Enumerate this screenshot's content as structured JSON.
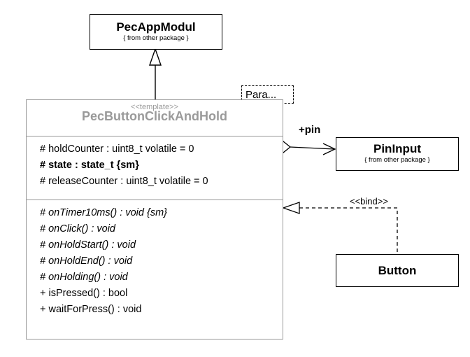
{
  "diagram": {
    "title": "PecButtonClickAndHold UML class diagram",
    "background": "#ffffff",
    "border_color_main": "#999999",
    "border_color_box": "#000000",
    "title_color_main": "#9a9a9a"
  },
  "classes": {
    "pec_app_modul": {
      "name": "PecAppModul",
      "package_note": "{ from other package }"
    },
    "main": {
      "stereotype": "<<template>>",
      "name": "PecButtonClickAndHold",
      "attributes": [
        {
          "text": "# holdCounter : uint8_t volatile = 0",
          "style": "normal"
        },
        {
          "text": "# state : state_t {sm}",
          "style": "bold"
        },
        {
          "text": "# releaseCounter : uint8_t volatile = 0",
          "style": "normal"
        }
      ],
      "operations": [
        {
          "text": "# onTimer10ms() : void {sm}",
          "style": "italic"
        },
        {
          "text": "# onClick() : void",
          "style": "italic"
        },
        {
          "text": "# onHoldStart() : void",
          "style": "italic"
        },
        {
          "text": "# onHoldEnd() : void",
          "style": "italic"
        },
        {
          "text": "# onHolding() : void",
          "style": "italic"
        },
        {
          "text": "+ isPressed() : bool",
          "style": "normal"
        },
        {
          "text": "+ waitForPress() : void",
          "style": "normal"
        }
      ]
    },
    "pin_input": {
      "name": "PinInput",
      "package_note": "{ from other package }"
    },
    "button": {
      "name": "Button"
    }
  },
  "template_parameter": {
    "label": "Para..."
  },
  "relationships": {
    "generalization": {
      "kind": "generalization",
      "from": "PecButtonClickAndHold",
      "to": "PecAppModul",
      "label": ""
    },
    "aggregation": {
      "kind": "aggregation",
      "from": "PecButtonClickAndHold",
      "to": "PinInput",
      "label": "+pin"
    },
    "bind": {
      "kind": "realization",
      "from": "Button",
      "to": "PecButtonClickAndHold",
      "label": "<<bind>>"
    }
  }
}
